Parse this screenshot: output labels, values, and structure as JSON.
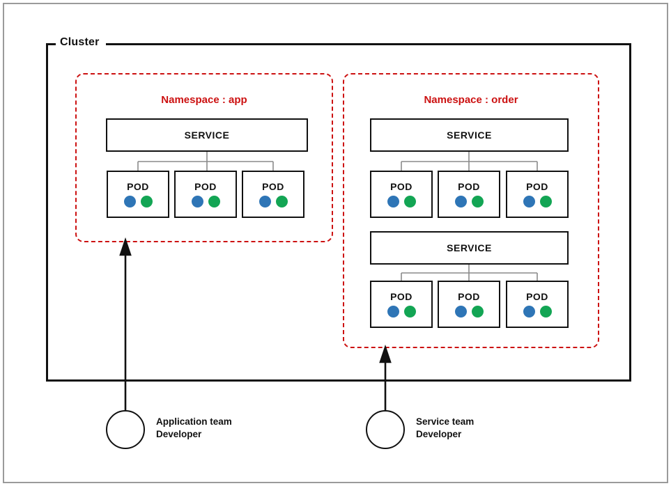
{
  "diagram": {
    "cluster_label": "Cluster",
    "colors": {
      "namespace_border": "#cc1111",
      "namespace_title": "#cc1111",
      "box_border": "#111111",
      "connector": "#8a8a8a",
      "pod_dot_blue": "#2E75B6",
      "pod_dot_green": "#13A554",
      "page_frame": "#9a9a9a"
    },
    "namespaces": [
      {
        "id": "app",
        "title": "Namespace : app",
        "groups": [
          {
            "service_label": "SERVICE",
            "pods": [
              {
                "label": "POD",
                "dots": [
                  "blue",
                  "green"
                ]
              },
              {
                "label": "POD",
                "dots": [
                  "blue",
                  "green"
                ]
              },
              {
                "label": "POD",
                "dots": [
                  "blue",
                  "green"
                ]
              }
            ]
          }
        ]
      },
      {
        "id": "order",
        "title": "Namespace : order",
        "groups": [
          {
            "service_label": "SERVICE",
            "pods": [
              {
                "label": "POD",
                "dots": [
                  "blue",
                  "green"
                ]
              },
              {
                "label": "POD",
                "dots": [
                  "blue",
                  "green"
                ]
              },
              {
                "label": "POD",
                "dots": [
                  "blue",
                  "green"
                ]
              }
            ]
          },
          {
            "service_label": "SERVICE",
            "pods": [
              {
                "label": "POD",
                "dots": [
                  "blue",
                  "green"
                ]
              },
              {
                "label": "POD",
                "dots": [
                  "blue",
                  "green"
                ]
              },
              {
                "label": "POD",
                "dots": [
                  "blue",
                  "green"
                ]
              }
            ]
          }
        ]
      }
    ],
    "actors": [
      {
        "id": "application-team",
        "line1": "Application team",
        "line2": "Developer",
        "targets": "app"
      },
      {
        "id": "service-team",
        "line1": "Service team",
        "line2": "Developer",
        "targets": "order"
      }
    ]
  }
}
